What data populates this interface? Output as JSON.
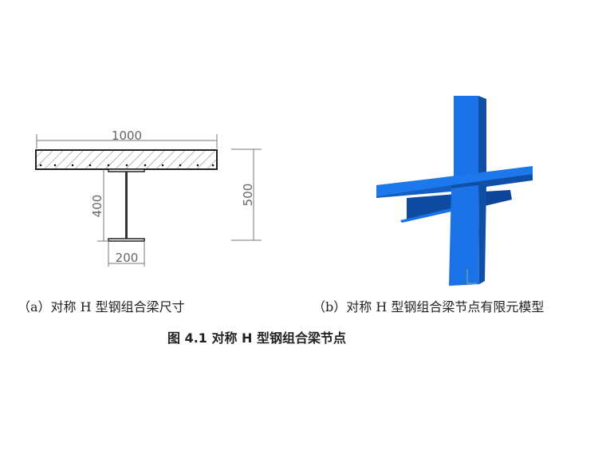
{
  "figure": {
    "number_label": "图 4.1",
    "title": "对称 H 型钢组合梁节点",
    "caption_main": "图 4.1  对称 H 型钢组合梁节点"
  },
  "subfigure_a": {
    "caption": "（a）对称 H 型钢组合梁尺寸",
    "dimensions": {
      "slab_width": "1000",
      "total_height": "500",
      "steel_height": "400",
      "flange_width": "200"
    }
  },
  "subfigure_b": {
    "caption": "（b）对称 H 型钢组合梁节点有限元模型",
    "model_color": "#1a6fe0",
    "model_shadow_color": "#0e4aa8"
  }
}
